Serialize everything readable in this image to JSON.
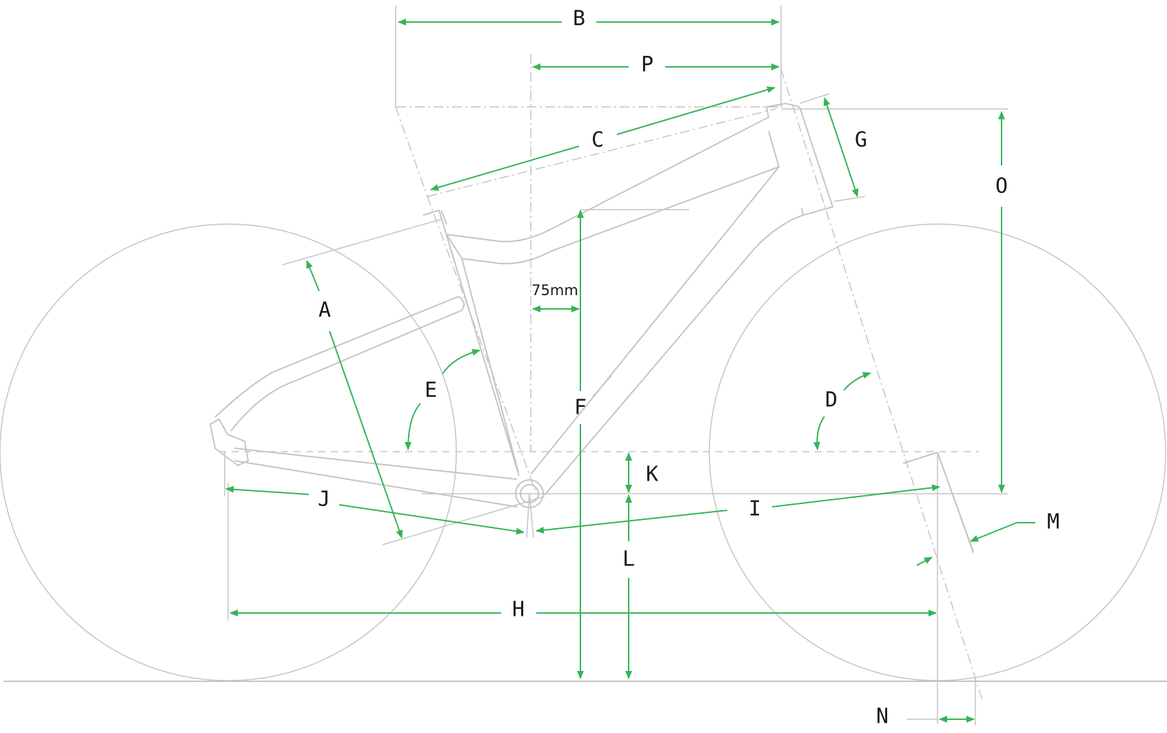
{
  "labels": {
    "a": "A",
    "b": "B",
    "c": "C",
    "d": "D",
    "e": "E",
    "f": "F",
    "g": "G",
    "h": "H",
    "i": "I",
    "j": "J",
    "k": "K",
    "l": "L",
    "m": "M",
    "n": "N",
    "o": "O",
    "p": "P",
    "offset": "75mm"
  },
  "colors": {
    "measurement": "#35b455",
    "frame": "#c4c4c4",
    "text": "#1a1a1a"
  }
}
